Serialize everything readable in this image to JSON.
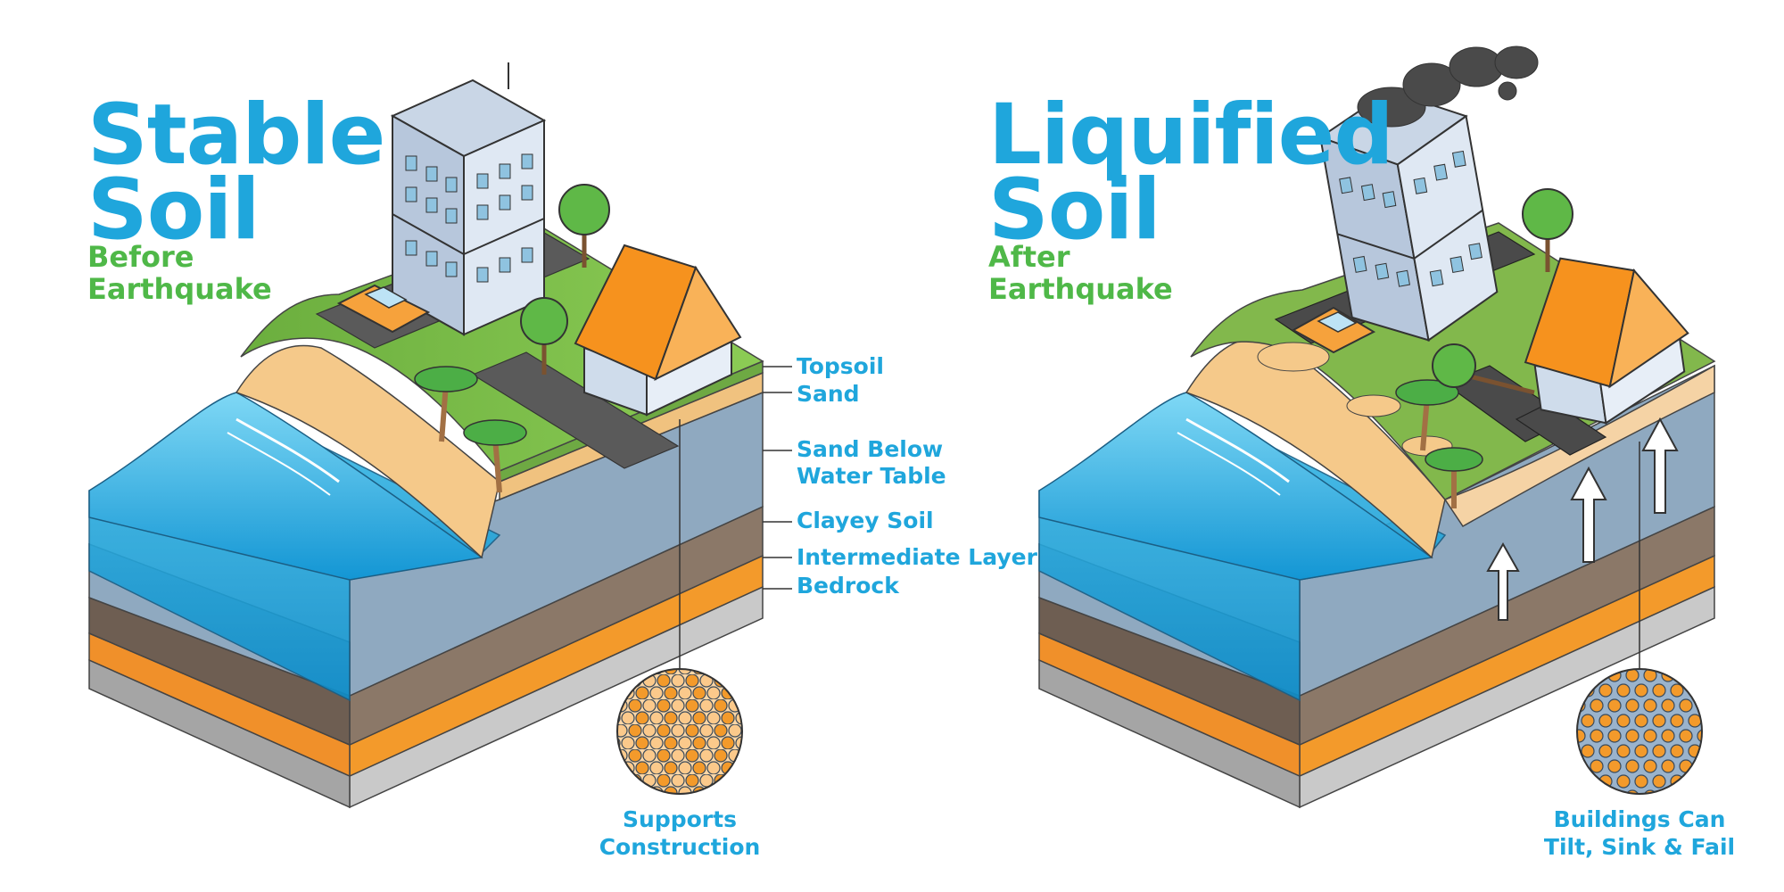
{
  "left_panel": {
    "title_line1": "Stable",
    "title_line2": "Soil",
    "subtitle_line1": "Before",
    "subtitle_line2": "Earthquake",
    "caption_line1": "Supports",
    "caption_line2": "Construction"
  },
  "right_panel": {
    "title_line1": "Liquified",
    "title_line2": "Soil",
    "subtitle_line1": "After",
    "subtitle_line2": "Earthquake",
    "caption_line1": "Buildings Can",
    "caption_line2": "Tilt, Sink & Fail"
  },
  "layers": {
    "topsoil": "Topsoil",
    "sand": "Sand",
    "sand_below_line1": "Sand Below",
    "sand_below_line2": "Water Table",
    "clayey": "Clayey Soil",
    "intermediate": "Intermediate Layer",
    "bedrock": "Bedrock"
  },
  "colors": {
    "title_blue": "#1fa6dc",
    "subtitle_green": "#4fb848",
    "water": "#2aa9dc",
    "sand_below": "#8fa9c0",
    "clayey": "#7a6a5c",
    "intermediate": "#f39a2b",
    "bedrock": "#bdbdbd",
    "grass": "#7bbf4a",
    "sand": "#f5c98a"
  }
}
